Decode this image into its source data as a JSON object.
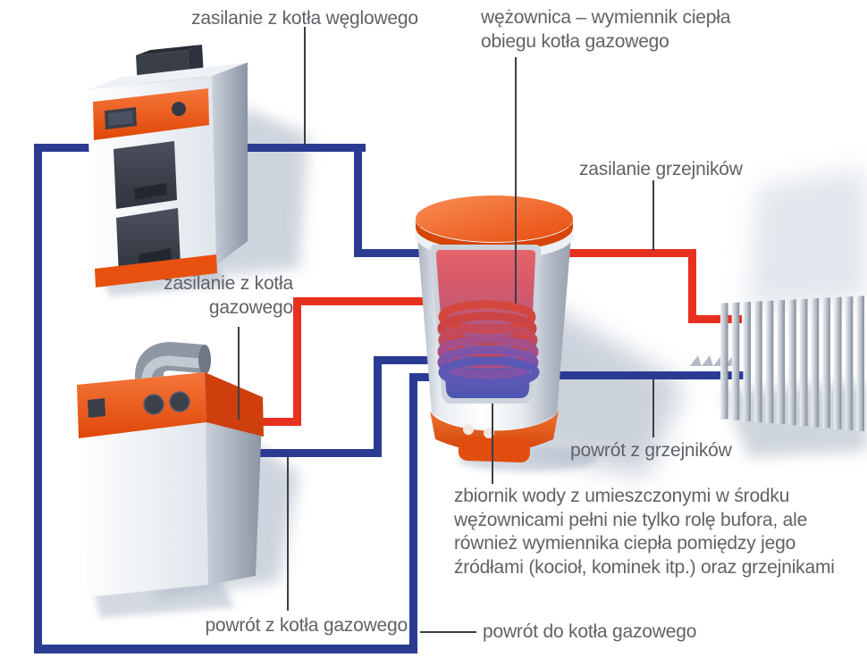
{
  "labels": {
    "coal_supply": "zasilanie z kotła węglowego",
    "coil_line1": "wężownica – wymiennik ciepła",
    "coil_line2": "obiegu kotła gazowego",
    "radiator_supply": "zasilanie grzejników",
    "gas_supply_line1": "zasilanie z kotła",
    "gas_supply_line2": "gazowego",
    "radiator_return": "powrót z grzejników",
    "tank_note": "zbiornik wody z umieszczonymi w środku wężownicami pełni nie tylko rolę bufora, ale również wymiennika ciepła pomiędzy jego źródłami (kocioł, kominek itp.) oraz grzejnikami",
    "gas_return_from": "powrót z kotła gazowego",
    "gas_return_to": "powrót do kotła gazowego"
  },
  "colors": {
    "supply_pipe_red": "#e8301f",
    "return_pipe_blue": "#2c3b92",
    "accent_orange": "#ee5413",
    "label_text": "#5f6267",
    "background": "#ffffff"
  }
}
